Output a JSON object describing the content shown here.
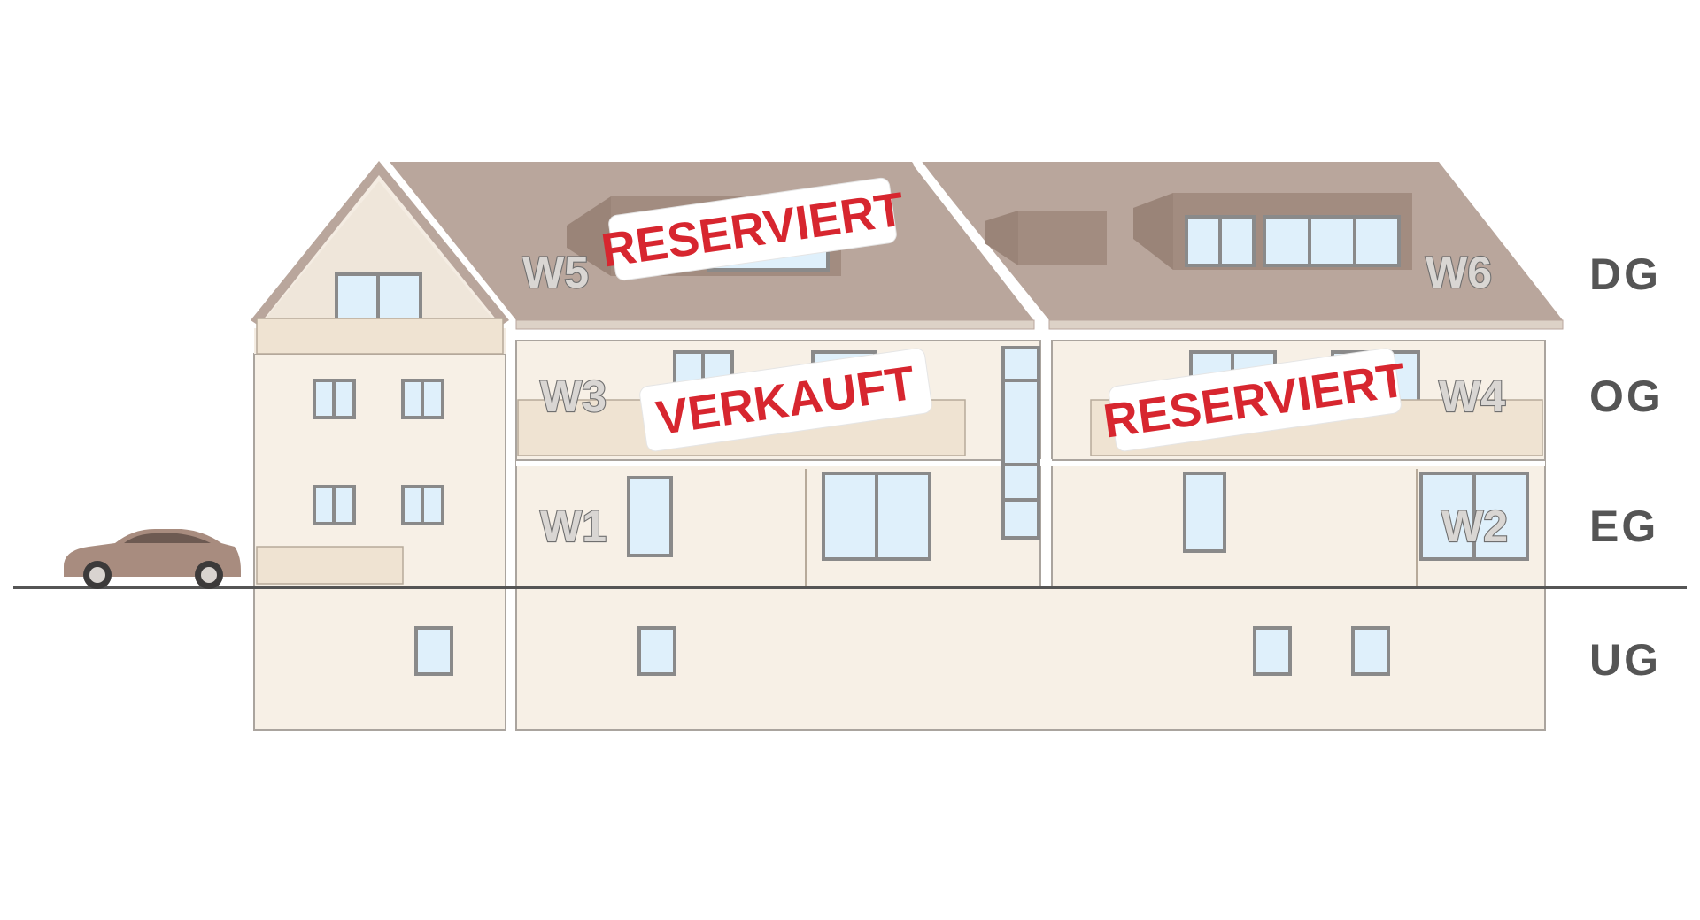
{
  "units": {
    "w1": "W1",
    "w2": "W2",
    "w3": "W3",
    "w4": "W4",
    "w5": "W5",
    "w6": "W6"
  },
  "floors": {
    "dg": "DG",
    "og": "OG",
    "eg": "EG",
    "ug": "UG"
  },
  "badges": {
    "w5_status": "RESERVIERT",
    "w3_status": "VERKAUFT",
    "w4_status": "RESERVIERT"
  },
  "colors": {
    "status_text": "#d7262f",
    "roof": "#b9a69c",
    "facade": "#f7f0e6",
    "ground_line": "#555555",
    "car": "#a88c7f"
  }
}
